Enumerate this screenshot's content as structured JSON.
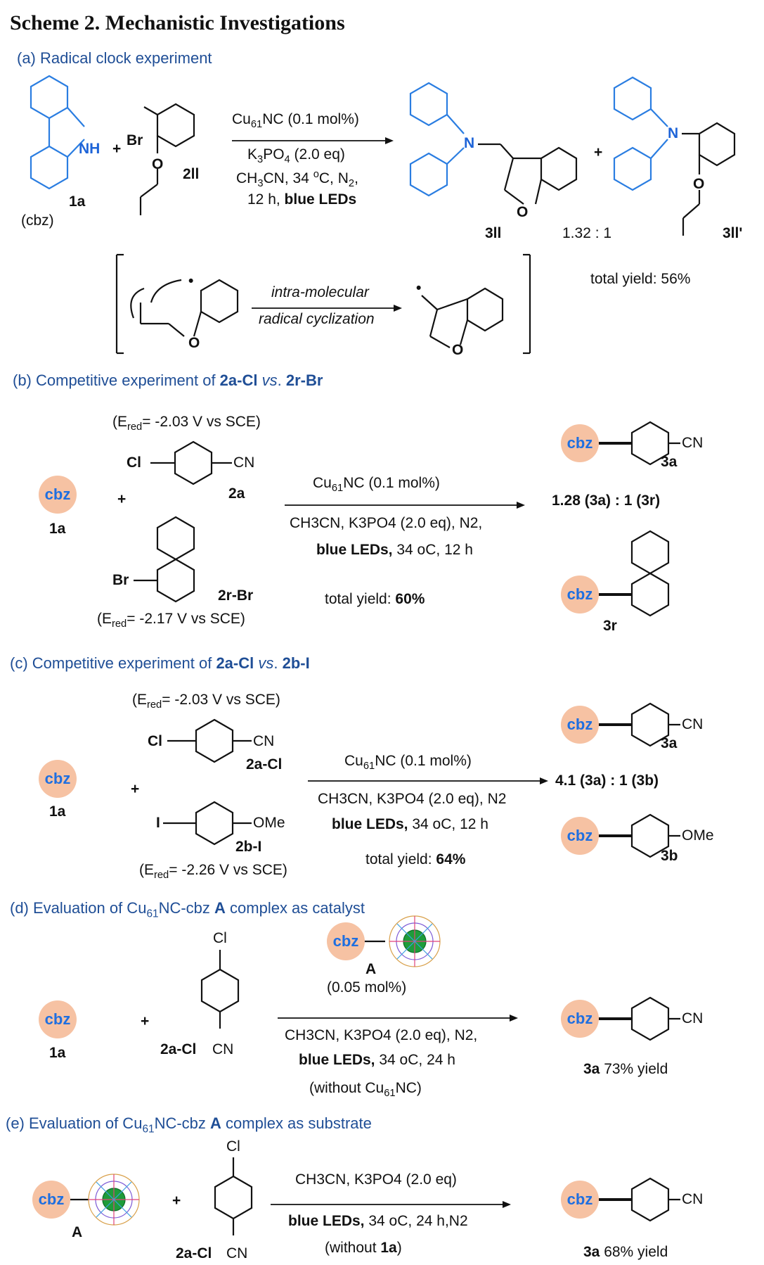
{
  "title": "Scheme 2. Mechanistic Investigations",
  "sections": {
    "a": {
      "heading": "(a) Radical clock experiment",
      "reactant1_label": "1a",
      "reactant1_sub": "(cbz)",
      "nh": "NH",
      "plus": "+",
      "br": "Br",
      "o": "O",
      "reactant2_label": "2ll",
      "cond1_pre": "Cu",
      "cond1_sub": "61",
      "cond1_post": "NC (0.1 mol%)",
      "cond2_pre": "K",
      "cond2_sub": "3",
      "cond2_mid": "PO",
      "cond2_sub2": "4",
      "cond2_post": " (2.0 eq)",
      "cond3_pre": "CH",
      "cond3_sub": "3",
      "cond3_mid": "CN, 34 ",
      "cond3_sup": "o",
      "cond3_post": "C, N",
      "cond3_sub2": "2",
      "cond3_end": ",",
      "cond4_pre": "12 h, ",
      "cond4_bold": "blue LEDs",
      "n": "N",
      "product1_label": "3ll",
      "ratio": "1.32 : 1",
      "product2_label": "3ll'",
      "total_yield": "total yield: 56%",
      "mech_top": "intra-molecular",
      "mech_bottom": "radical cyclization",
      "dot": "•"
    },
    "b": {
      "heading_pre": "(b) Competitive experiment of ",
      "heading_b1": "2a-Cl",
      "heading_vs": " vs",
      "heading_dot": ". ",
      "heading_b2": "2r-Br",
      "ered_top_pre": "(E",
      "ered_top_sub": "red",
      "ered_top_post": "= -2.03 V vs SCE)",
      "cl": "Cl",
      "cn": "CN",
      "label_2a": "2a",
      "cbz": "cbz",
      "label_1a": "1a",
      "plus": "+",
      "br": "Br",
      "label_2r": "2r-Br",
      "ered_bot_pre": "(E",
      "ered_bot_sub": "red",
      "ered_bot_post": "= -2.17 V vs SCE)",
      "cond1_pre": "Cu",
      "cond1_sub": "61",
      "cond1_post": "NC (0.1 mol%)",
      "cond2": "CH3CN, K3PO4 (2.0 eq), N2,",
      "cond3_bold": "blue LEDs,",
      "cond3_rest": " 34 oC, 12 h",
      "yield_pre": "total yield: ",
      "yield_bold": "60%",
      "ratio": "1.28 (3a) : 1 (3r)",
      "label_3a": "3a",
      "label_3r": "3r"
    },
    "c": {
      "heading_pre": "(c) Competitive experiment of ",
      "heading_b1": "2a-Cl",
      "heading_vs": " vs",
      "heading_dot": ". ",
      "heading_b2": "2b-I",
      "ered_top_post": "= -2.03 V vs SCE)",
      "label_2a": "2a-Cl",
      "i": "I",
      "ome": "OMe",
      "label_2b": "2b-I",
      "ered_bot_post": "= -2.26 V vs SCE)",
      "cond2": "CH3CN, K3PO4 (2.0 eq), N2",
      "yield_bold": "64%",
      "ratio": "4.1 (3a) : 1 (3b)",
      "label_3b": "3b"
    },
    "d": {
      "heading_pre": "(d) Evaluation of Cu",
      "heading_sub": "61",
      "heading_mid": "NC-cbz ",
      "heading_bold": "A",
      "heading_post": " complex as catalyst",
      "cl": "Cl",
      "label_2a": "2a-Cl",
      "cn": "CN",
      "label_A": "A",
      "loading": "(0.05 mol%)",
      "cond2": "CH3CN, K3PO4 (2.0 eq), N2,",
      "cond3_bold": "blue LEDs,",
      "cond3_rest": " 34 oC, 24 h",
      "cond4_pre": "(without Cu",
      "cond4_sub": "61",
      "cond4_post": "NC)",
      "product_bold": "3a",
      "product_rest": " 73% yield"
    },
    "e": {
      "heading_pre": "(e) Evaluation of Cu",
      "heading_sub": "61",
      "heading_mid": "NC-cbz ",
      "heading_bold": "A",
      "heading_post": " complex as substrate",
      "cond1": "CH3CN, K3PO4 (2.0 eq)",
      "cond2_bold": "blue LEDs,",
      "cond2_rest": " 34 oC, 24 h,N2",
      "cond3_pre": "(without ",
      "cond3_bold": "1a",
      "cond3_post": ")",
      "product_bold": "3a",
      "product_rest": " 68% yield"
    }
  },
  "colors": {
    "heading": "#1f4e96",
    "cbz_fill": "#f6c2a3",
    "cbz_text": "#1f6fe0",
    "carbazole": "#2a7de1"
  }
}
